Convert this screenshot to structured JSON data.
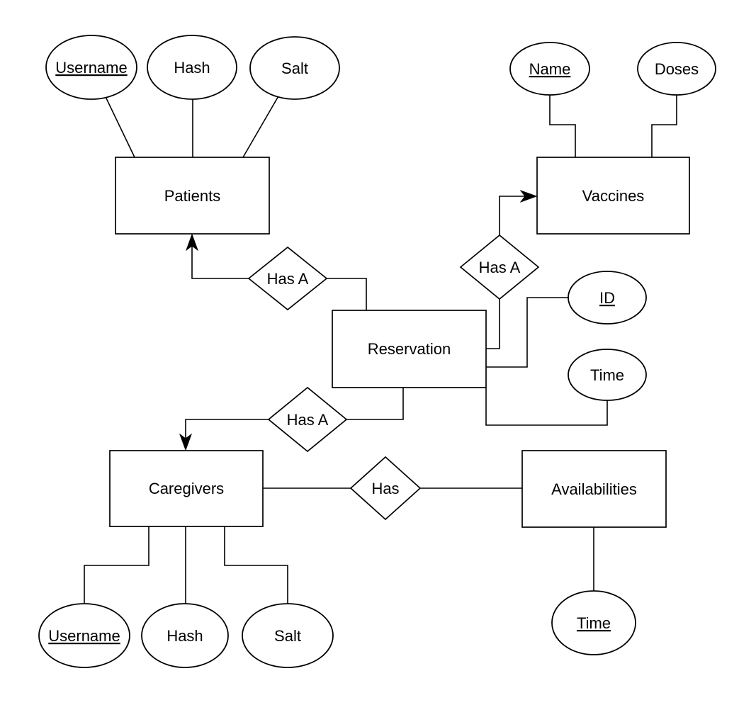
{
  "diagram": {
    "type": "entity-relationship",
    "colors": {
      "background": "#ffffff",
      "shape_fill": "#ffffff",
      "stroke": "#000000"
    },
    "entities": [
      {
        "label": "Patients",
        "attributes": [
          {
            "label": "Username",
            "key": true
          },
          {
            "label": "Hash",
            "key": false
          },
          {
            "label": "Salt",
            "key": false
          }
        ]
      },
      {
        "label": "Vaccines",
        "attributes": [
          {
            "label": "Name",
            "key": true
          },
          {
            "label": "Doses",
            "key": false
          }
        ]
      },
      {
        "label": "Reservation",
        "attributes": [
          {
            "label": "ID",
            "key": true
          },
          {
            "label": "Time",
            "key": false
          }
        ]
      },
      {
        "label": "Caregivers",
        "attributes": [
          {
            "label": "Username",
            "key": true
          },
          {
            "label": "Hash",
            "key": false
          },
          {
            "label": "Salt",
            "key": false
          }
        ]
      },
      {
        "label": "Availabilities",
        "attributes": [
          {
            "label": "Time",
            "key": true
          }
        ]
      }
    ],
    "relationships": [
      {
        "label": "Has A",
        "from": "Reservation",
        "to": "Patients",
        "arrow_into": "Patients"
      },
      {
        "label": "Has A",
        "from": "Reservation",
        "to": "Vaccines",
        "arrow_into": "Vaccines"
      },
      {
        "label": "Has A",
        "from": "Reservation",
        "to": "Caregivers",
        "arrow_into": "Caregivers"
      },
      {
        "label": "Has",
        "from": "Caregivers",
        "to": "Availabilities",
        "arrow_into": null
      }
    ]
  }
}
